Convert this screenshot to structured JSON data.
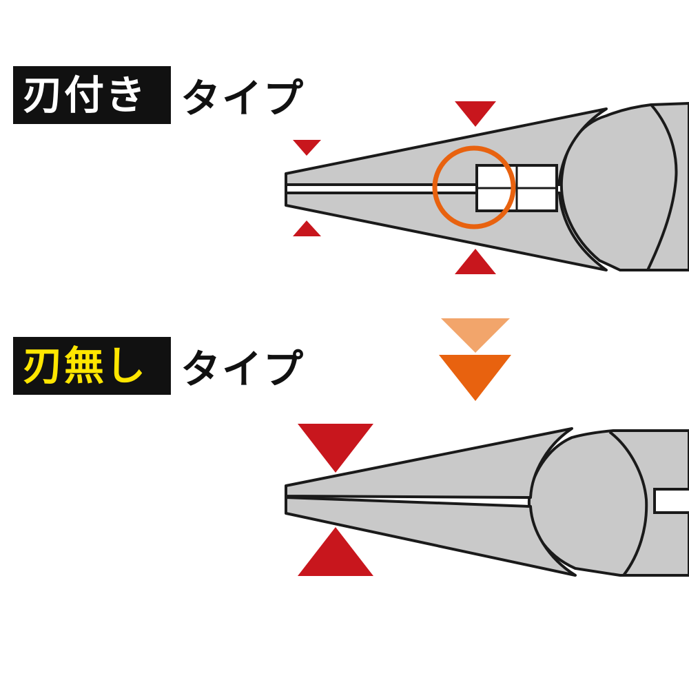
{
  "section_with_blade": {
    "badge_text": "刃付き",
    "suffix_text": "タイプ",
    "badge_text_color": "#ffffff",
    "badge_bg_color": "#111111"
  },
  "section_without_blade": {
    "badge_text": "刃無し",
    "suffix_text": "タイプ",
    "badge_text_color": "#ffe600",
    "badge_bg_color": "#111111"
  },
  "colors": {
    "plier_fill": "#c9c9c9",
    "outline": "#1a1a1a",
    "marker_red": "#c8161d",
    "highlight_orange": "#e8620f",
    "arrow_orange_dark": "#e8620f",
    "arrow_orange_light": "#f2a56b"
  },
  "icons": {
    "pointer": "triangle-marker-icon",
    "highlight": "circle-highlight-icon",
    "transition": "double-chevron-down-icon"
  }
}
